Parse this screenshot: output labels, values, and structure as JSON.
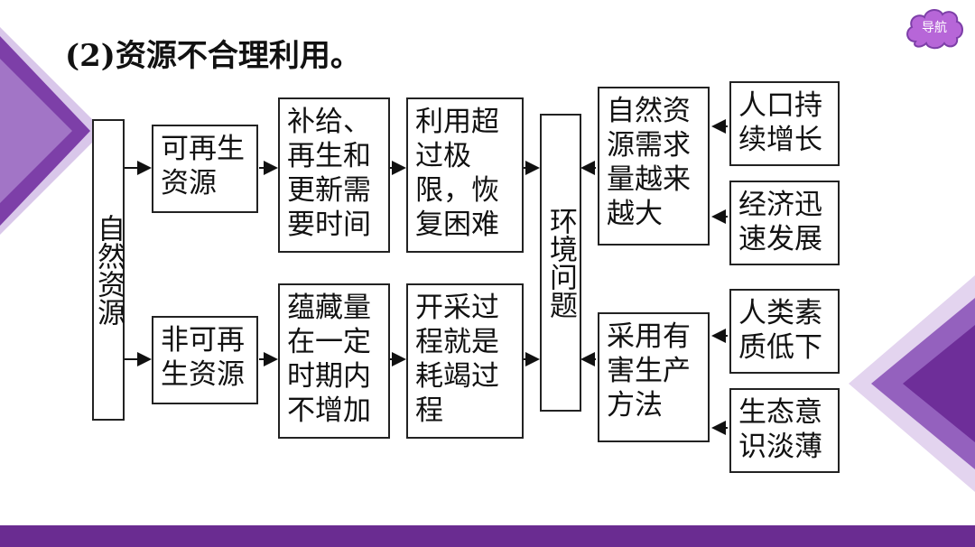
{
  "title": "(2)资源不合理利用。",
  "nav": {
    "label": "导航"
  },
  "diagram": {
    "root": "自然资源",
    "renewable": "可再生资源",
    "nonrenewable": "非可再生资源",
    "renew_need_time": "补给、再生和更新需要时间",
    "overuse": "利用超过极限，恢复困难",
    "stock_fixed": "蕴藏量在一定时期内不增加",
    "mining_depletion": "开采过程就是耗竭过程",
    "env_problem": "环境问题",
    "demand_up": "自然资源需求量越来越大",
    "harmful_methods": "采用有害生产方法",
    "pop_growth": "人口持续增长",
    "econ_growth": "经济迅速发展",
    "low_quality": "人类素质低下",
    "weak_awareness": "生态意识淡薄"
  },
  "colors": {
    "accent": "#6a2c91",
    "accent_light": "#b48fd0",
    "nav_fill": "#b766d8"
  }
}
